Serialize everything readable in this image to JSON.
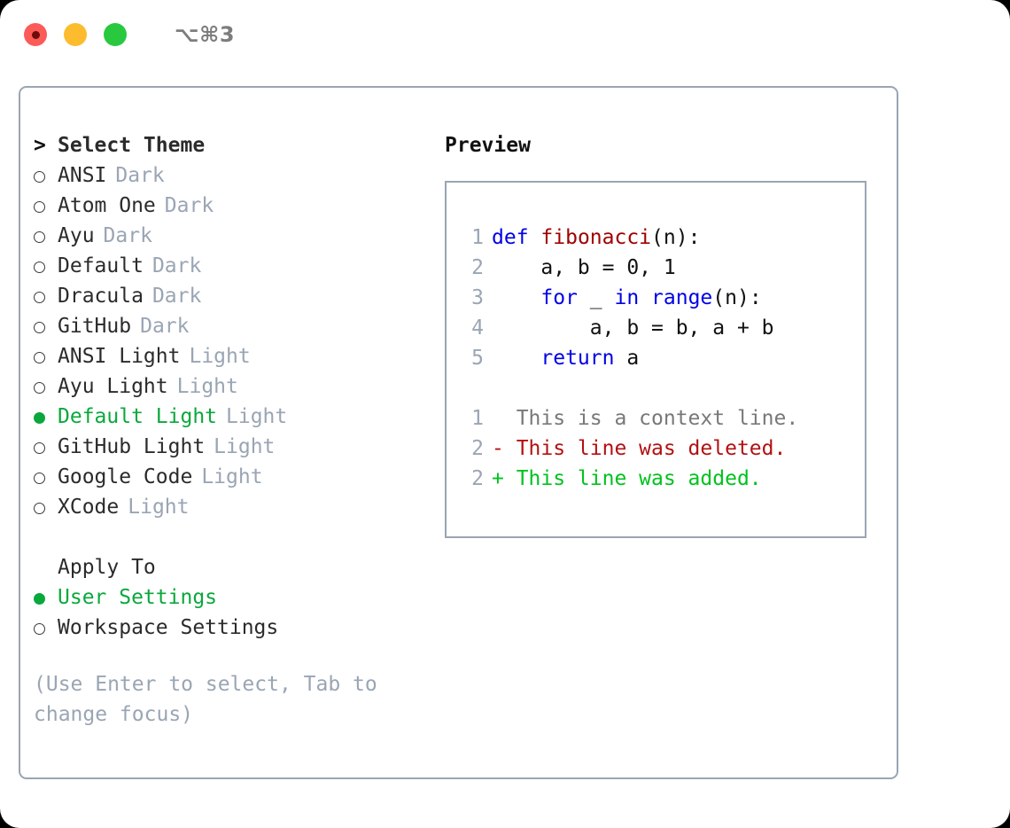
{
  "window": {
    "shortcut": "⌥⌘3",
    "traffic_lights": [
      "close-red",
      "minimize-yellow",
      "zoom-green"
    ],
    "colors": {
      "red": "#fc5b57",
      "yellow": "#fdbc2d",
      "green": "#28c93f",
      "accent_green": "#0aa83c",
      "muted": "#9aa5b4",
      "border": "#9aa5b4"
    }
  },
  "theme_picker": {
    "header": {
      "marker": ">",
      "label": "Select Theme"
    },
    "items": [
      {
        "marker": "○",
        "label": "ANSI",
        "tag": "Dark",
        "selected": false
      },
      {
        "marker": "○",
        "label": "Atom One",
        "tag": "Dark",
        "selected": false
      },
      {
        "marker": "○",
        "label": "Ayu",
        "tag": "Dark",
        "selected": false
      },
      {
        "marker": "○",
        "label": "Default",
        "tag": "Dark",
        "selected": false
      },
      {
        "marker": "○",
        "label": "Dracula",
        "tag": "Dark",
        "selected": false
      },
      {
        "marker": "○",
        "label": "GitHub",
        "tag": "Dark",
        "selected": false
      },
      {
        "marker": "○",
        "label": "ANSI Light",
        "tag": "Light",
        "selected": false
      },
      {
        "marker": "○",
        "label": "Ayu Light",
        "tag": "Light",
        "selected": false
      },
      {
        "marker": "●",
        "label": "Default Light",
        "tag": "Light",
        "selected": true
      },
      {
        "marker": "○",
        "label": "GitHub Light",
        "tag": "Light",
        "selected": false
      },
      {
        "marker": "○",
        "label": "Google Code",
        "tag": "Light",
        "selected": false
      },
      {
        "marker": "○",
        "label": "XCode",
        "tag": "Light",
        "selected": false
      }
    ]
  },
  "apply_to": {
    "header": "Apply To",
    "options": [
      {
        "marker": "●",
        "label": "User Settings",
        "selected": true
      },
      {
        "marker": "○",
        "label": "Workspace Settings",
        "selected": false
      }
    ]
  },
  "hint": "(Use Enter to select, Tab to change focus)",
  "preview": {
    "title": "Preview",
    "code_lines": [
      {
        "lineno": "1",
        "tokens": [
          {
            "t": "def",
            "c": "kw"
          },
          {
            "t": " ",
            "c": "plain"
          },
          {
            "t": "fibonacci",
            "c": "fn"
          },
          {
            "t": "(n):",
            "c": "plain"
          }
        ]
      },
      {
        "lineno": "2",
        "tokens": [
          {
            "t": "    a, b = 0, 1",
            "c": "plain"
          }
        ]
      },
      {
        "lineno": "3",
        "tokens": [
          {
            "t": "    ",
            "c": "plain"
          },
          {
            "t": "for",
            "c": "kw"
          },
          {
            "t": " _ ",
            "c": "plain"
          },
          {
            "t": "in",
            "c": "kw"
          },
          {
            "t": " ",
            "c": "plain"
          },
          {
            "t": "range",
            "c": "kw"
          },
          {
            "t": "(n):",
            "c": "plain"
          }
        ]
      },
      {
        "lineno": "4",
        "tokens": [
          {
            "t": "        a, b = b, a + b",
            "c": "plain"
          }
        ]
      },
      {
        "lineno": "5",
        "tokens": [
          {
            "t": "    ",
            "c": "plain"
          },
          {
            "t": "return",
            "c": "kw"
          },
          {
            "t": " a",
            "c": "plain"
          }
        ]
      }
    ],
    "diff_lines": [
      {
        "lineno": "1",
        "sign": " ",
        "text": "  This is a context line.",
        "kind": "context"
      },
      {
        "lineno": "2",
        "sign": "-",
        "text": "- This line was deleted.",
        "kind": "deleted"
      },
      {
        "lineno": "2",
        "sign": "+",
        "text": "+ This line was added.",
        "kind": "added"
      }
    ]
  }
}
